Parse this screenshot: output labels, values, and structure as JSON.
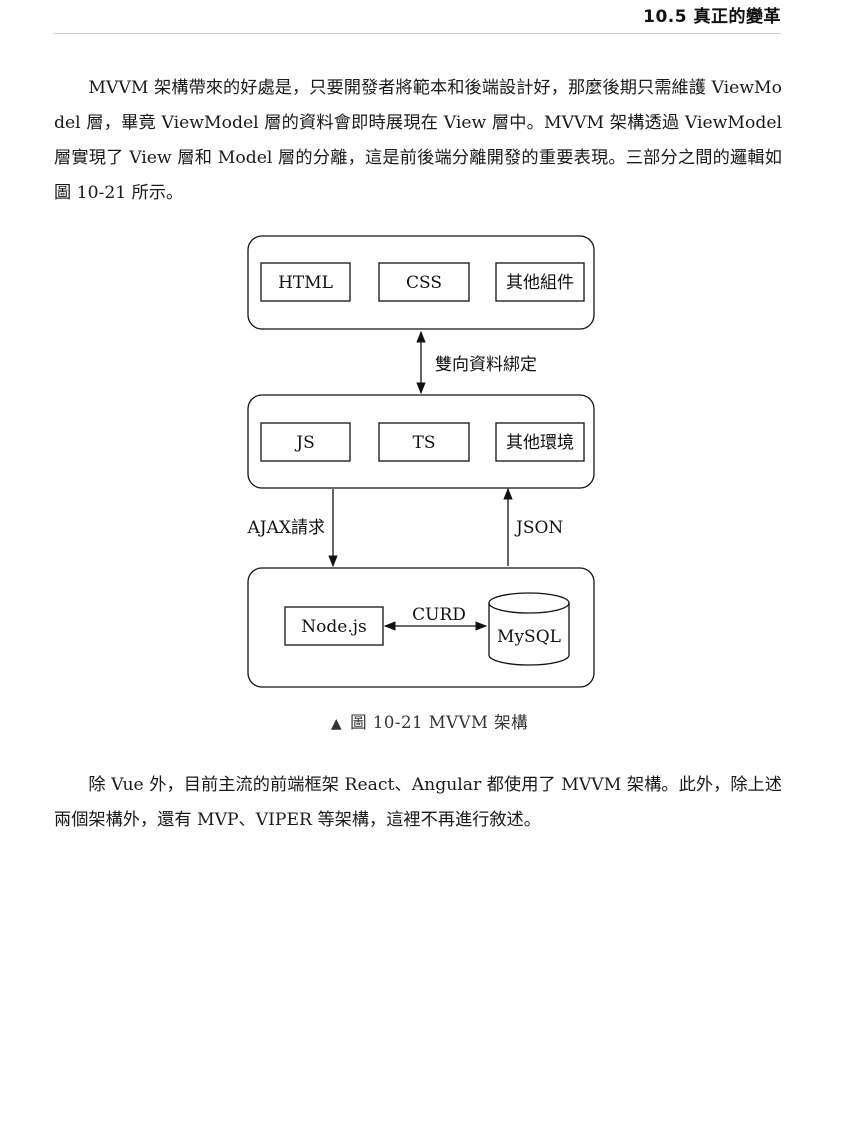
{
  "header": {
    "running_title": "10.5 真正的變革"
  },
  "body": {
    "para1": "MVVM 架構帶來的好處是，只要開發者將範本和後端設計好，那麼後期只需維護 ViewModel 層，畢竟 ViewModel 層的資料會即時展現在 View 層中。MVVM 架構透過 ViewModel 層實現了 View 層和 Model 層的分離，這是前後端分離開發的重要表現。三部分之間的邏輯如圖 10-21 所示。",
    "para2": "除 Vue 外，目前主流的前端框架 React、Angular 都使用了 MVVM 架構。此外，除上述兩個架構外，還有 MVP、VIPER 等架構，這裡不再進行敘述。"
  },
  "figure": {
    "view_layer": [
      "HTML",
      "CSS",
      "其他組件"
    ],
    "binding_label": "雙向資料綁定",
    "viewmodel_layer": [
      "JS",
      "TS",
      "其他環境"
    ],
    "request_label": "AJAX請求",
    "response_label": "JSON",
    "model_server": "Node.js",
    "model_link_label": "CURD",
    "model_db": "MySQL",
    "caption_marker": "▲",
    "caption": "圖 10-21  MVVM 架構"
  }
}
